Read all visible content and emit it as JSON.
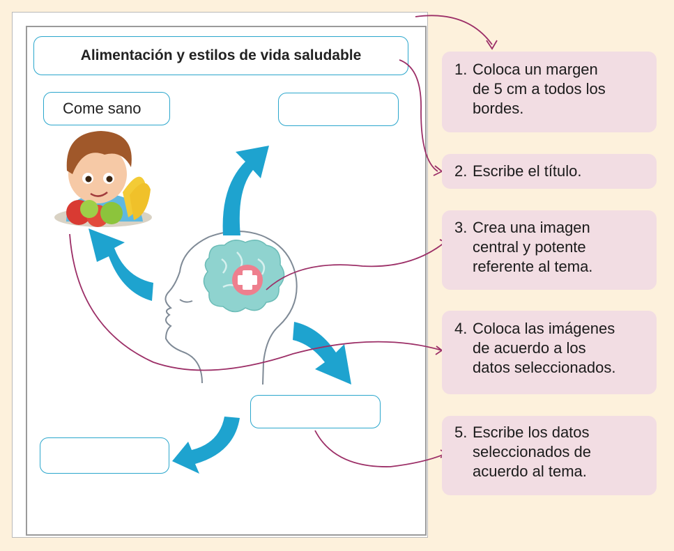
{
  "page": {
    "title": "Alimentación y estilos de vida saludable",
    "box_come_sano": "Come sano"
  },
  "steps": [
    {
      "num": "1.",
      "lines": [
        "Coloca un margen",
        "de 5 cm a todos los",
        "bordes."
      ]
    },
    {
      "num": "2.",
      "lines": [
        "Escribe el título."
      ]
    },
    {
      "num": "3.",
      "lines": [
        "Crea una imagen",
        "central y potente",
        "referente al tema."
      ]
    },
    {
      "num": "4.",
      "lines": [
        "Coloca las imágenes",
        "de acuerdo a los",
        "datos seleccionados."
      ]
    },
    {
      "num": "5.",
      "lines": [
        "Escribe los datos",
        "seleccionados de",
        "acuerdo al tema."
      ]
    }
  ],
  "colors": {
    "background": "#fdf1dc",
    "box_border": "#2aa6cc",
    "arrow_blue": "#1ea3cf",
    "card_pink": "#f2dde3",
    "connector": "#9c2f67",
    "brain": "#8fd3cf",
    "cross_badge": "#ee7f8e"
  }
}
